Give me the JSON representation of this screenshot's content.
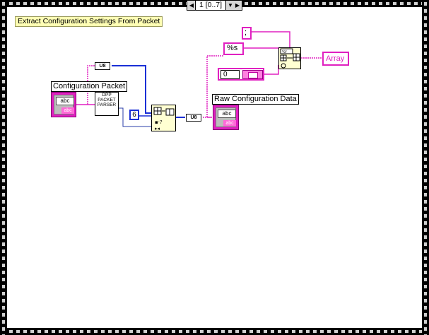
{
  "sequence": {
    "selector_text": "1 [0..7]",
    "left_arrow": "◀",
    "right_arrow": "▶",
    "dropdown_arrow": "▼"
  },
  "free_label": "Extract Configuration Settings From Packet",
  "controls": {
    "config_packet_label": "Configuration Packet",
    "raw_config_label": "Raw Configuration Data",
    "abc_text": "abc",
    "abc_small_text": "abc"
  },
  "subvi": {
    "lines": [
      "DPP",
      "PACKET",
      "PARSER"
    ]
  },
  "constants": {
    "numeric": "6",
    "u8_label": "U8",
    "separator": ";",
    "format": "%s",
    "array_index": "0"
  },
  "indicators": {
    "array_label": "Array"
  },
  "colors": {
    "string_wire": "#e020c0",
    "numeric_wire": "#1a2fd6",
    "node_fill": "#ffffd2",
    "free_label_fill": "#ffffb4"
  }
}
